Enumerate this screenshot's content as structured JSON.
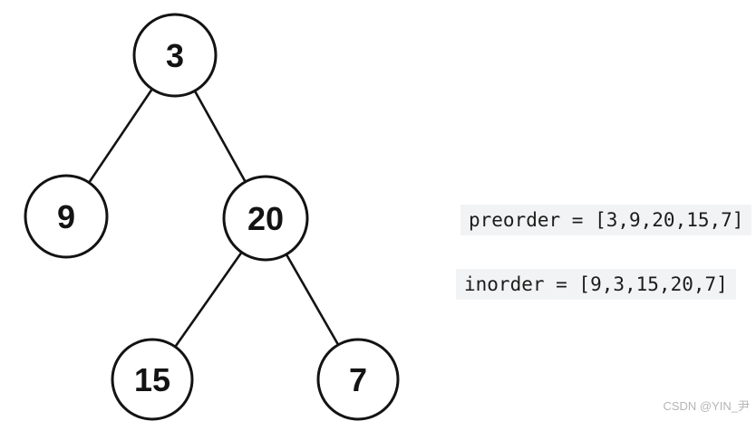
{
  "diagram": {
    "type": "binary-tree",
    "nodes": [
      {
        "id": "root",
        "value": "3"
      },
      {
        "id": "left",
        "value": "9"
      },
      {
        "id": "right",
        "value": "20"
      },
      {
        "id": "right-left",
        "value": "15"
      },
      {
        "id": "right-right",
        "value": "7"
      }
    ],
    "edges": [
      {
        "from": "3",
        "to": "9"
      },
      {
        "from": "3",
        "to": "20"
      },
      {
        "from": "20",
        "to": "15"
      },
      {
        "from": "20",
        "to": "7"
      }
    ]
  },
  "labels": {
    "preorder": "preorder = [3,9,20,15,7]",
    "inorder": "inorder = [9,3,15,20,7]"
  },
  "watermark": "CSDN @YIN_尹",
  "colors": {
    "node_stroke": "#131313",
    "node_fill": "#ffffff",
    "code_background": "#f2f3f4",
    "code_text": "#1c1c1c",
    "watermark_text": "#b5b5b5"
  }
}
